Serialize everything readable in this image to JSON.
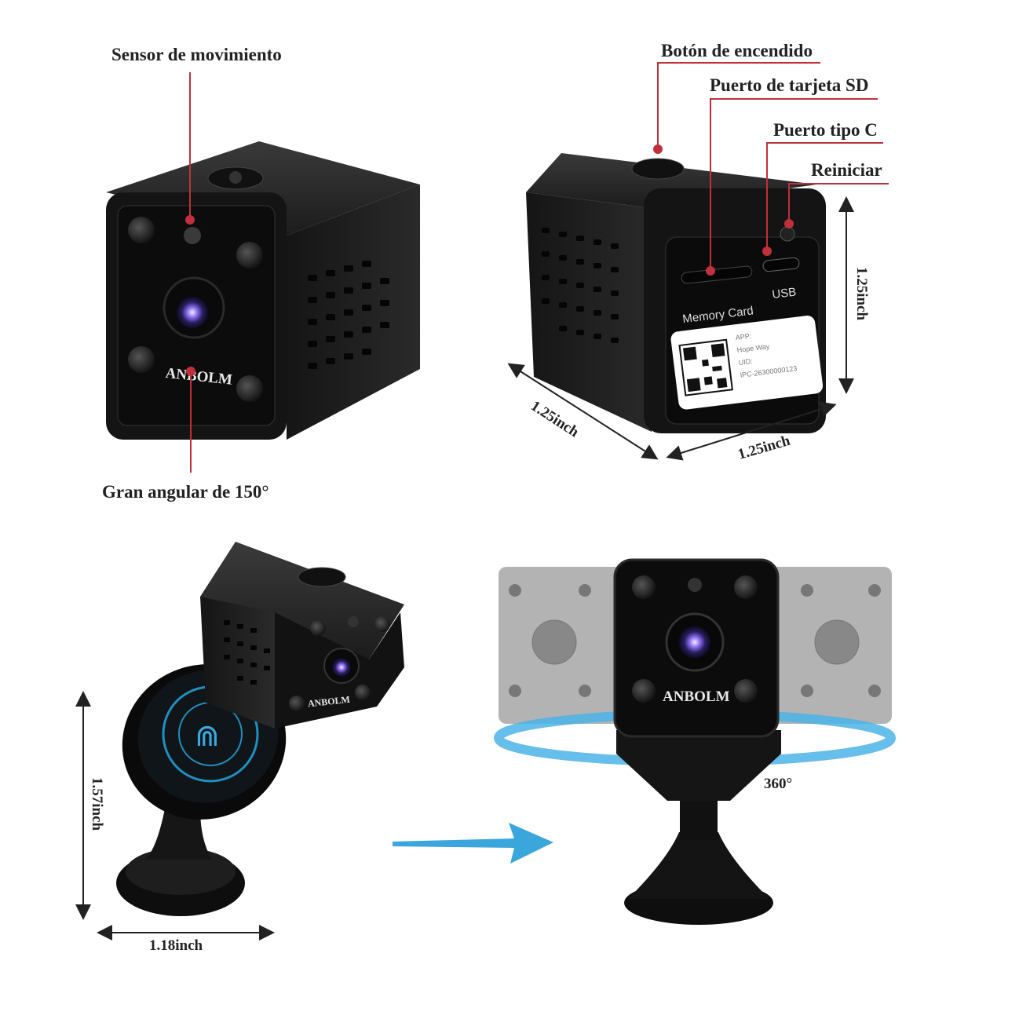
{
  "labels": {
    "motion_sensor": "Sensor de movimiento",
    "wide_angle": "Gran angular de 150°",
    "power_button": "Botón de encendido",
    "sd_port": "Puerto de tarjeta SD",
    "type_c_port": "Puerto tipo C",
    "reset": "Reiniciar"
  },
  "dimensions": {
    "height_top": "1.25inch",
    "depth_top": "1.25inch",
    "width_top": "1.25inch",
    "mount_height": "1.57inch",
    "mount_width": "1.18inch",
    "rotation": "360°"
  },
  "camera": {
    "brand": "ANBOLM",
    "memory_card": "Memory Card",
    "usb": "USB",
    "sticker": [
      "APP:",
      "Hope Way",
      "UID:",
      "IPC-26300000123"
    ]
  },
  "colors": {
    "callout_red": "#c0303a",
    "arrow_blue": "#3aa6dc",
    "body_black": "#1a1a1a"
  }
}
